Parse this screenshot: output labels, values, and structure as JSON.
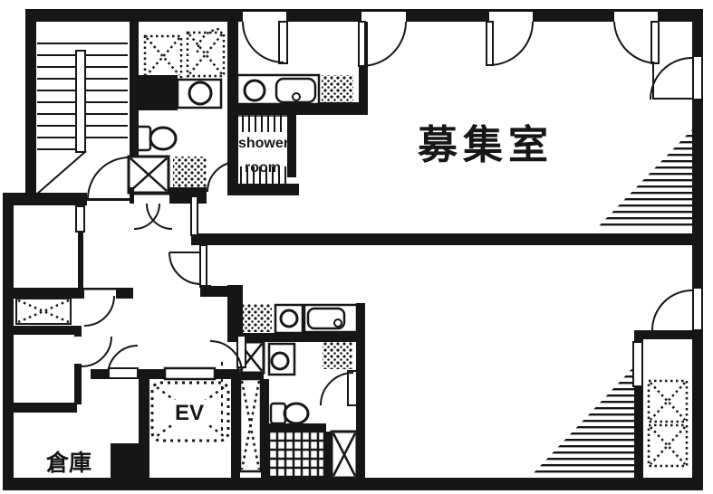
{
  "document": {
    "type": "floor-plan",
    "colors": {
      "ink": "#161616",
      "paper": "#ffffff"
    }
  },
  "plan": {
    "labels": {
      "main_room": "募集室",
      "shower_line1": "shower",
      "shower_line2": "room",
      "elevator": "EV",
      "storage": "倉庫"
    }
  }
}
